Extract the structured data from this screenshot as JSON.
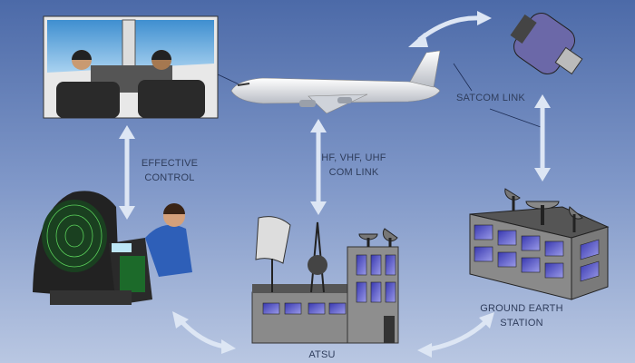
{
  "labels": {
    "effective_control": [
      "EFFECTIVE",
      "CONTROL"
    ],
    "com_link": [
      "HF, VHF, UHF",
      "COM LINK"
    ],
    "satcom_link": "SATCOM LINK",
    "ground_earth_station": [
      "GROUND EARTH",
      "STATION"
    ],
    "atsu": "ATSU"
  },
  "colors": {
    "arrow": "#dde6f4",
    "building": "#8a8a8a",
    "window": "#5858c8",
    "text": "#2f3d5c"
  }
}
